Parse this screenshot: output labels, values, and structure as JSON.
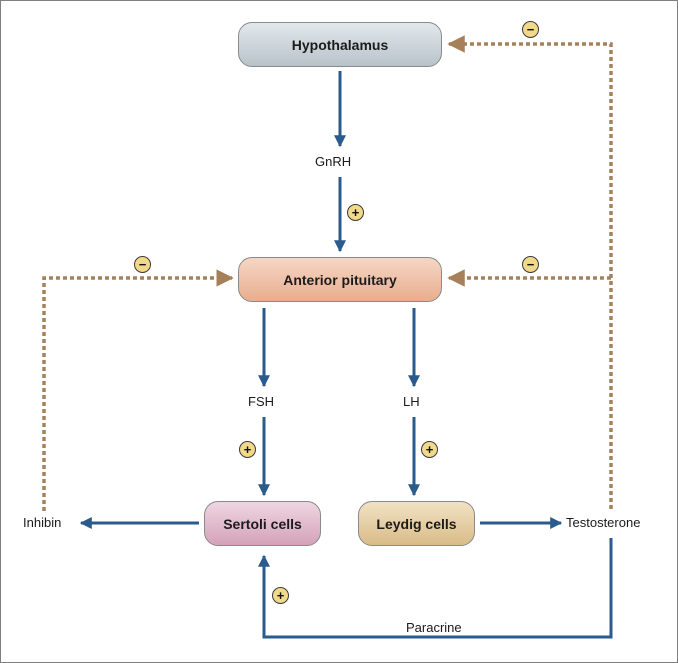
{
  "nodes": {
    "hypothalamus": "Hypothalamus",
    "anterior_pituitary": "Anterior pituitary",
    "sertoli_cells": "Sertoli cells",
    "leydig_cells": "Leydig cells"
  },
  "labels": {
    "gnrh": "GnRH",
    "fsh": "FSH",
    "lh": "LH",
    "inhibin": "Inhibin",
    "testosterone": "Testosterone",
    "paracrine": "Paracrine"
  },
  "badges": {
    "positive": "+",
    "negative": "−"
  },
  "colors": {
    "stimulation_arrow": "#2a5b8c",
    "feedback_arrow": "#a5805a",
    "badge_fill": "#f2d98a"
  }
}
